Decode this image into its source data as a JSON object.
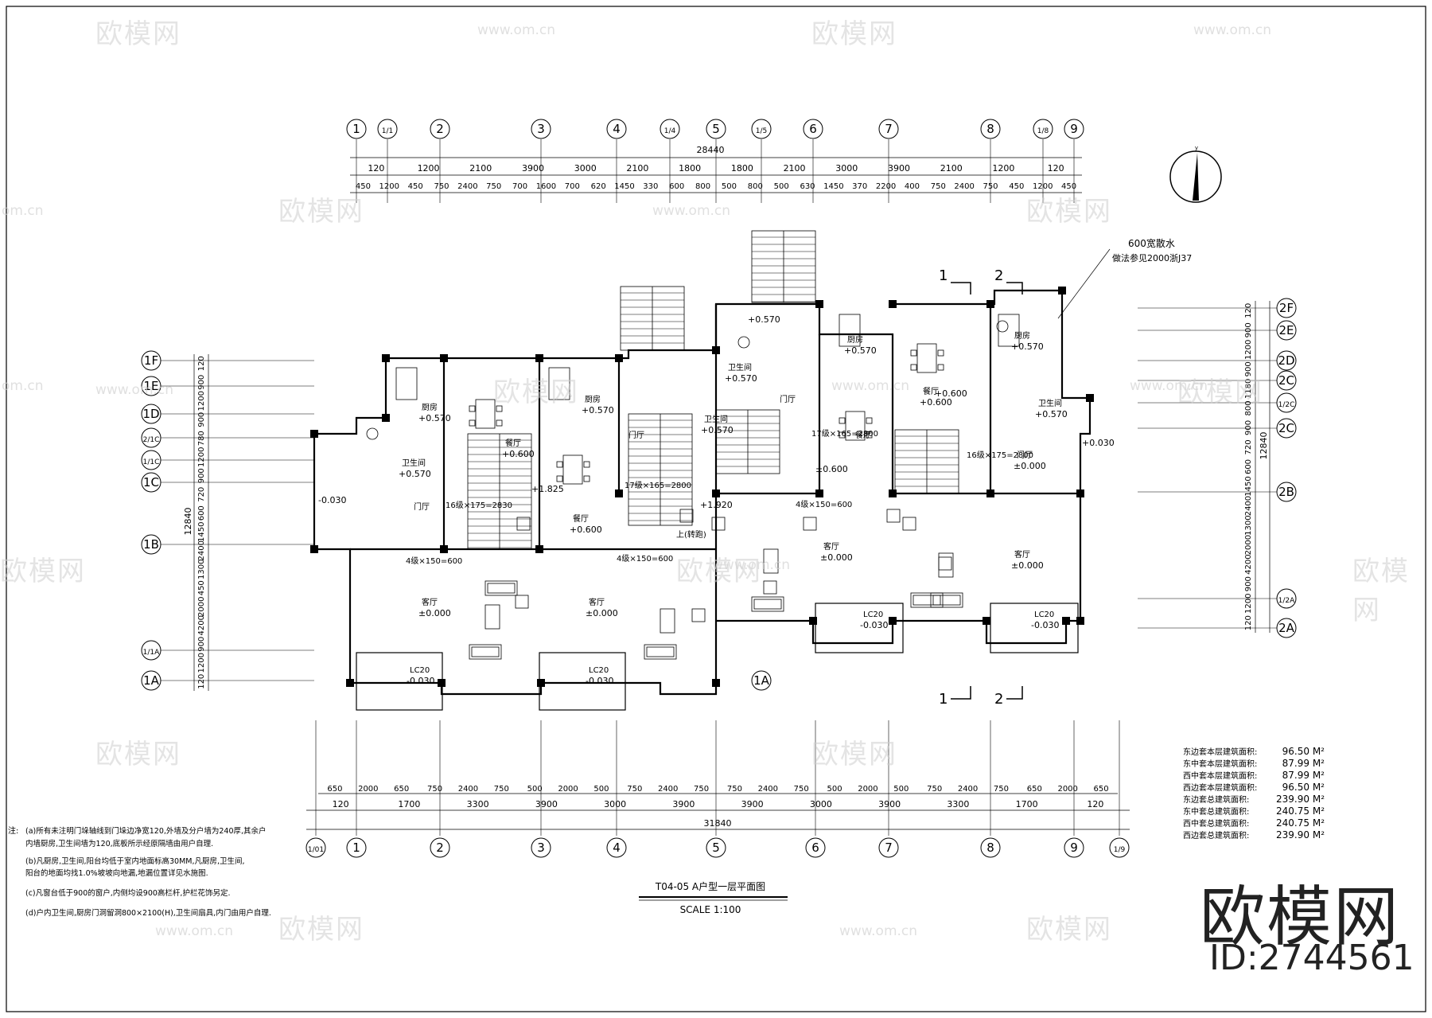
{
  "watermark": {
    "name": "欧模网",
    "url": "www.om.cn",
    "url_cut": "om.cn"
  },
  "brand": {
    "name": "欧模网",
    "id": "ID:2744561"
  },
  "axes_top": [
    "1",
    "1/1",
    "2",
    "3",
    "4",
    "1/4",
    "5",
    "1/5",
    "6",
    "7",
    "8",
    "1/8",
    "9"
  ],
  "axes_bottom": [
    "1/01",
    "1",
    "2",
    "3",
    "4",
    "5",
    "6",
    "7",
    "8",
    "9",
    "1/9"
  ],
  "axes_left": [
    "1F",
    "1E",
    "1D",
    "2/1C",
    "1/1C",
    "1C",
    "1B",
    "1/1A",
    "1A"
  ],
  "axes_right": [
    "2F",
    "2E",
    "2D",
    "2C",
    "1/2C",
    "2C",
    "2B",
    "1/2A",
    "2A"
  ],
  "dims_top_total": "28440",
  "dims_top_row1": [
    "120",
    "1200",
    "2100",
    "3900",
    "3000",
    "2100",
    "1800",
    "1800",
    "2100",
    "3000",
    "3900",
    "2100",
    "1200",
    "120"
  ],
  "dims_top_row2": [
    "450",
    "1200",
    "450",
    "750",
    "2400",
    "750",
    "700",
    "1600",
    "700",
    "620",
    "1450",
    "330",
    "600",
    "800",
    "500",
    "800",
    "500",
    "630",
    "1450",
    "370",
    "2200",
    "400",
    "750",
    "2400",
    "750",
    "450",
    "1200",
    "450"
  ],
  "dims_bottom_row1": [
    "650",
    "2000",
    "650",
    "750",
    "2400",
    "750",
    "500",
    "2000",
    "500",
    "750",
    "2400",
    "750",
    "750",
    "2400",
    "750",
    "500",
    "2000",
    "500",
    "750",
    "2400",
    "750",
    "650",
    "2000",
    "650"
  ],
  "dims_bottom_row2": [
    "120",
    "1700",
    "3300",
    "3900",
    "3000",
    "3900",
    "3900",
    "3000",
    "3900",
    "3300",
    "1700",
    "120"
  ],
  "dims_bottom_total": "31840",
  "dims_left": [
    "120",
    "900",
    "1200",
    "900",
    "780",
    "1200",
    "900",
    "720",
    "600",
    "1450",
    "2400",
    "1300",
    "450",
    "2000",
    "4200",
    "900",
    "1200",
    "120"
  ],
  "dims_left_total": "12840",
  "dims_right": [
    "120",
    "900",
    "1200",
    "900",
    "1180",
    "800",
    "900",
    "720",
    "600",
    "1450",
    "2400",
    "1300",
    "2000",
    "4200",
    "900",
    "1200",
    "120"
  ],
  "dims_right_total": "12840",
  "rooms": [
    {
      "label": "厨房",
      "level": "+0.570"
    },
    {
      "label": "餐厅",
      "level": "+0.600"
    },
    {
      "label": "卫生间",
      "level": "+0.570"
    },
    {
      "label": "门厅",
      "level": ""
    },
    {
      "label": "客厅",
      "level": "±0.000"
    },
    {
      "label": "LC20",
      "level": "-0.030"
    },
    {
      "label": "厨房",
      "level": "+0.570"
    },
    {
      "label": "餐厅",
      "level": "+0.600"
    },
    {
      "label": "门厅",
      "level": ""
    },
    {
      "label": "客厅",
      "level": "±0.000"
    },
    {
      "label": "LC20",
      "level": "-0.030"
    },
    {
      "label": "卫生间",
      "level": "+0.570"
    },
    {
      "label": "卫生间",
      "level": "+0.570"
    },
    {
      "label": "厨房",
      "level": "+0.570"
    },
    {
      "label": "门厅",
      "level": ""
    },
    {
      "label": "餐厅",
      "level": ""
    },
    {
      "label": "客厅",
      "level": "±0.000"
    },
    {
      "label": "LC20",
      "level": "-0.030"
    },
    {
      "label": "餐厅",
      "level": "+0.600"
    },
    {
      "label": "客厅",
      "level": "±0.000"
    },
    {
      "label": "LC20",
      "level": "-0.030"
    },
    {
      "label": "厨房",
      "level": "+0.570"
    },
    {
      "label": "卫生间",
      "level": "+0.570"
    },
    {
      "label": "门厅",
      "level": "±0.000"
    }
  ],
  "stair_labels": [
    "16级×175=2830",
    "17级×165=2800",
    "17级×165=2800",
    "16级×175=2800",
    "4级×150=600",
    "4级×150=600",
    "4级×150=600",
    "上(转跑)"
  ],
  "extra_levels": [
    "+1.825",
    "+1.920",
    "+0.030",
    "-0.030",
    "±0.600",
    "+0.570",
    "+0.600"
  ],
  "note_top": {
    "line1": "600宽散水",
    "line2": "做法参见2000浙J37"
  },
  "section_marks": [
    "1",
    "2",
    "1",
    "2"
  ],
  "areas": [
    {
      "label": "东边套本层建筑面积:",
      "value": "96.50 M²"
    },
    {
      "label": "东中套本层建筑面积:",
      "value": "87.99 M²"
    },
    {
      "label": "西中套本层建筑面积:",
      "value": "87.99 M²"
    },
    {
      "label": "西边套本层建筑面积:",
      "value": "96.50 M²"
    },
    {
      "label": "东边套总建筑面积:",
      "value": "239.90 M²"
    },
    {
      "label": "东中套总建筑面积:",
      "value": "240.75 M²"
    },
    {
      "label": "西中套总建筑面积:",
      "value": "240.75 M²"
    },
    {
      "label": "西边套总建筑面积:",
      "value": "239.90 M²"
    }
  ],
  "notes": {
    "prefix": "注:",
    "lines": [
      "(a)所有未注明门垛轴线到门垛边净宽120,外墙及分户墙为240厚,其余户",
      "    内墙厨房,卫生间墙为120,底板所示经原隔墙由用户自理.",
      "(b)凡厨房,卫生间,阳台均低于室内地面标高30MM,凡厨房,卫生间,",
      "    阳台的地面均找1.0%坡坡向地漏,地漏位置详见水施图.",
      "(c)凡窗台低于900的窗户,内侧均设900高栏杆,护栏花饰另定.",
      "(d)户内卫生间,厨房门洞留洞800×2100(H),卫生间扇具,内门由用户自理."
    ]
  },
  "title": {
    "main": "T04-05  A户型一层平面图",
    "scale": "SCALE 1:100"
  }
}
